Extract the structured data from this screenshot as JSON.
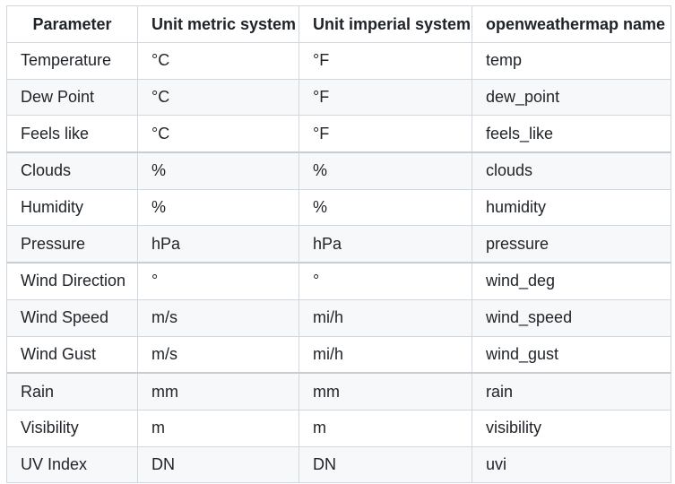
{
  "table": {
    "headers": [
      "Parameter",
      "Unit metric system",
      "Unit imperial system",
      "openweathermap name"
    ],
    "rows": [
      [
        "Temperature",
        "°C",
        "°F",
        "temp"
      ],
      [
        "Dew Point",
        "°C",
        "°F",
        "dew_point"
      ],
      [
        "Feels like",
        "°C",
        "°F",
        "feels_like"
      ],
      [
        "Clouds",
        "%",
        "%",
        "clouds"
      ],
      [
        "Humidity",
        "%",
        "%",
        "humidity"
      ],
      [
        "Pressure",
        "hPa",
        "hPa",
        "pressure"
      ],
      [
        "Wind Direction",
        "°",
        "°",
        "wind_deg"
      ],
      [
        "Wind Speed",
        "m/s",
        "mi/h",
        "wind_speed"
      ],
      [
        "Wind Gust",
        "m/s",
        "mi/h",
        "wind_gust"
      ],
      [
        "Rain",
        "mm",
        "mm",
        "rain"
      ],
      [
        "Visibility",
        "m",
        "m",
        "visibility"
      ],
      [
        "UV Index",
        "DN",
        "DN",
        "uvi"
      ]
    ]
  }
}
